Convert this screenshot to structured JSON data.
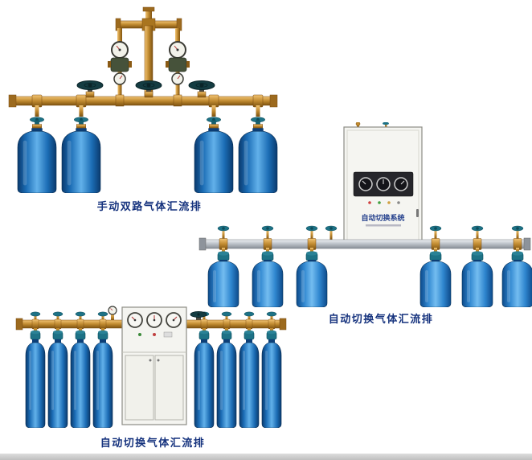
{
  "page": {
    "background": "#ffffff"
  },
  "colors": {
    "caption": "#16337e",
    "brass": "#c08a30",
    "teal_valve": "#1d7286",
    "cylinder_blue_dark": "#0a3a6e",
    "cylinder_blue_light": "#62b1ea",
    "cabinet_white": "#f4f4f0",
    "manifold_silver": "#b9bfc6",
    "footer_strip": "#bfbfbf"
  },
  "illustrations": [
    {
      "id": "manual-dual-manifold",
      "caption": "手动双路气体汇流排",
      "cylinder_count": 4
    },
    {
      "id": "auto-switch-manifold-cabinet",
      "caption": "自动切换气体汇流排",
      "cabinet_label": "自动切换系统",
      "cylinder_count": 6
    },
    {
      "id": "auto-switch-manifold-tall-cabinet",
      "caption": "自动切换气体汇流排",
      "cylinder_count": 8
    }
  ]
}
